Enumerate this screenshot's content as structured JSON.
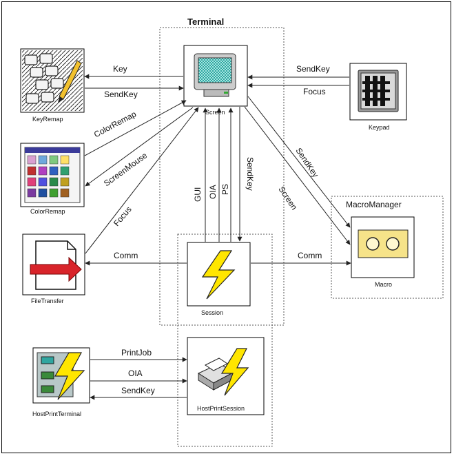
{
  "groups": {
    "terminal": "Terminal",
    "macro_manager": "MacroManager"
  },
  "components": {
    "screen": "Screen",
    "keyremap": "KeyRemap",
    "keypad": "Keypad",
    "colorremap": "ColorRemap",
    "filetransfer": "FileTransfer",
    "session": "Session",
    "macro": "Macro",
    "hostprintterminal": "HostPrintTerminal",
    "hostprintsession": "HostPrintSession"
  },
  "edges": {
    "key": "Key",
    "sendkey_keyremap": "SendKey",
    "sendkey_keypad": "SendKey",
    "focus_keypad": "Focus",
    "colorremap": "ColorRemap",
    "screenmouse": "ScreenMouse",
    "focus_filetransfer": "Focus",
    "gui": "GUI",
    "oia": "OIA",
    "ps": "PS",
    "sendkey_session": "SendKey",
    "sendkey_macro": "SendKey",
    "screen_macro": "Screen",
    "comm_filetransfer": "Comm",
    "comm_macro": "Comm",
    "printjob": "PrintJob",
    "oia_print": "OIA",
    "sendkey_print": "SendKey"
  },
  "colors": {
    "macro_fill": "#f6e389",
    "screen_teal": "#2fa6a0",
    "bolt_yellow": "#ffe600",
    "arrow_red": "#d8242a"
  }
}
